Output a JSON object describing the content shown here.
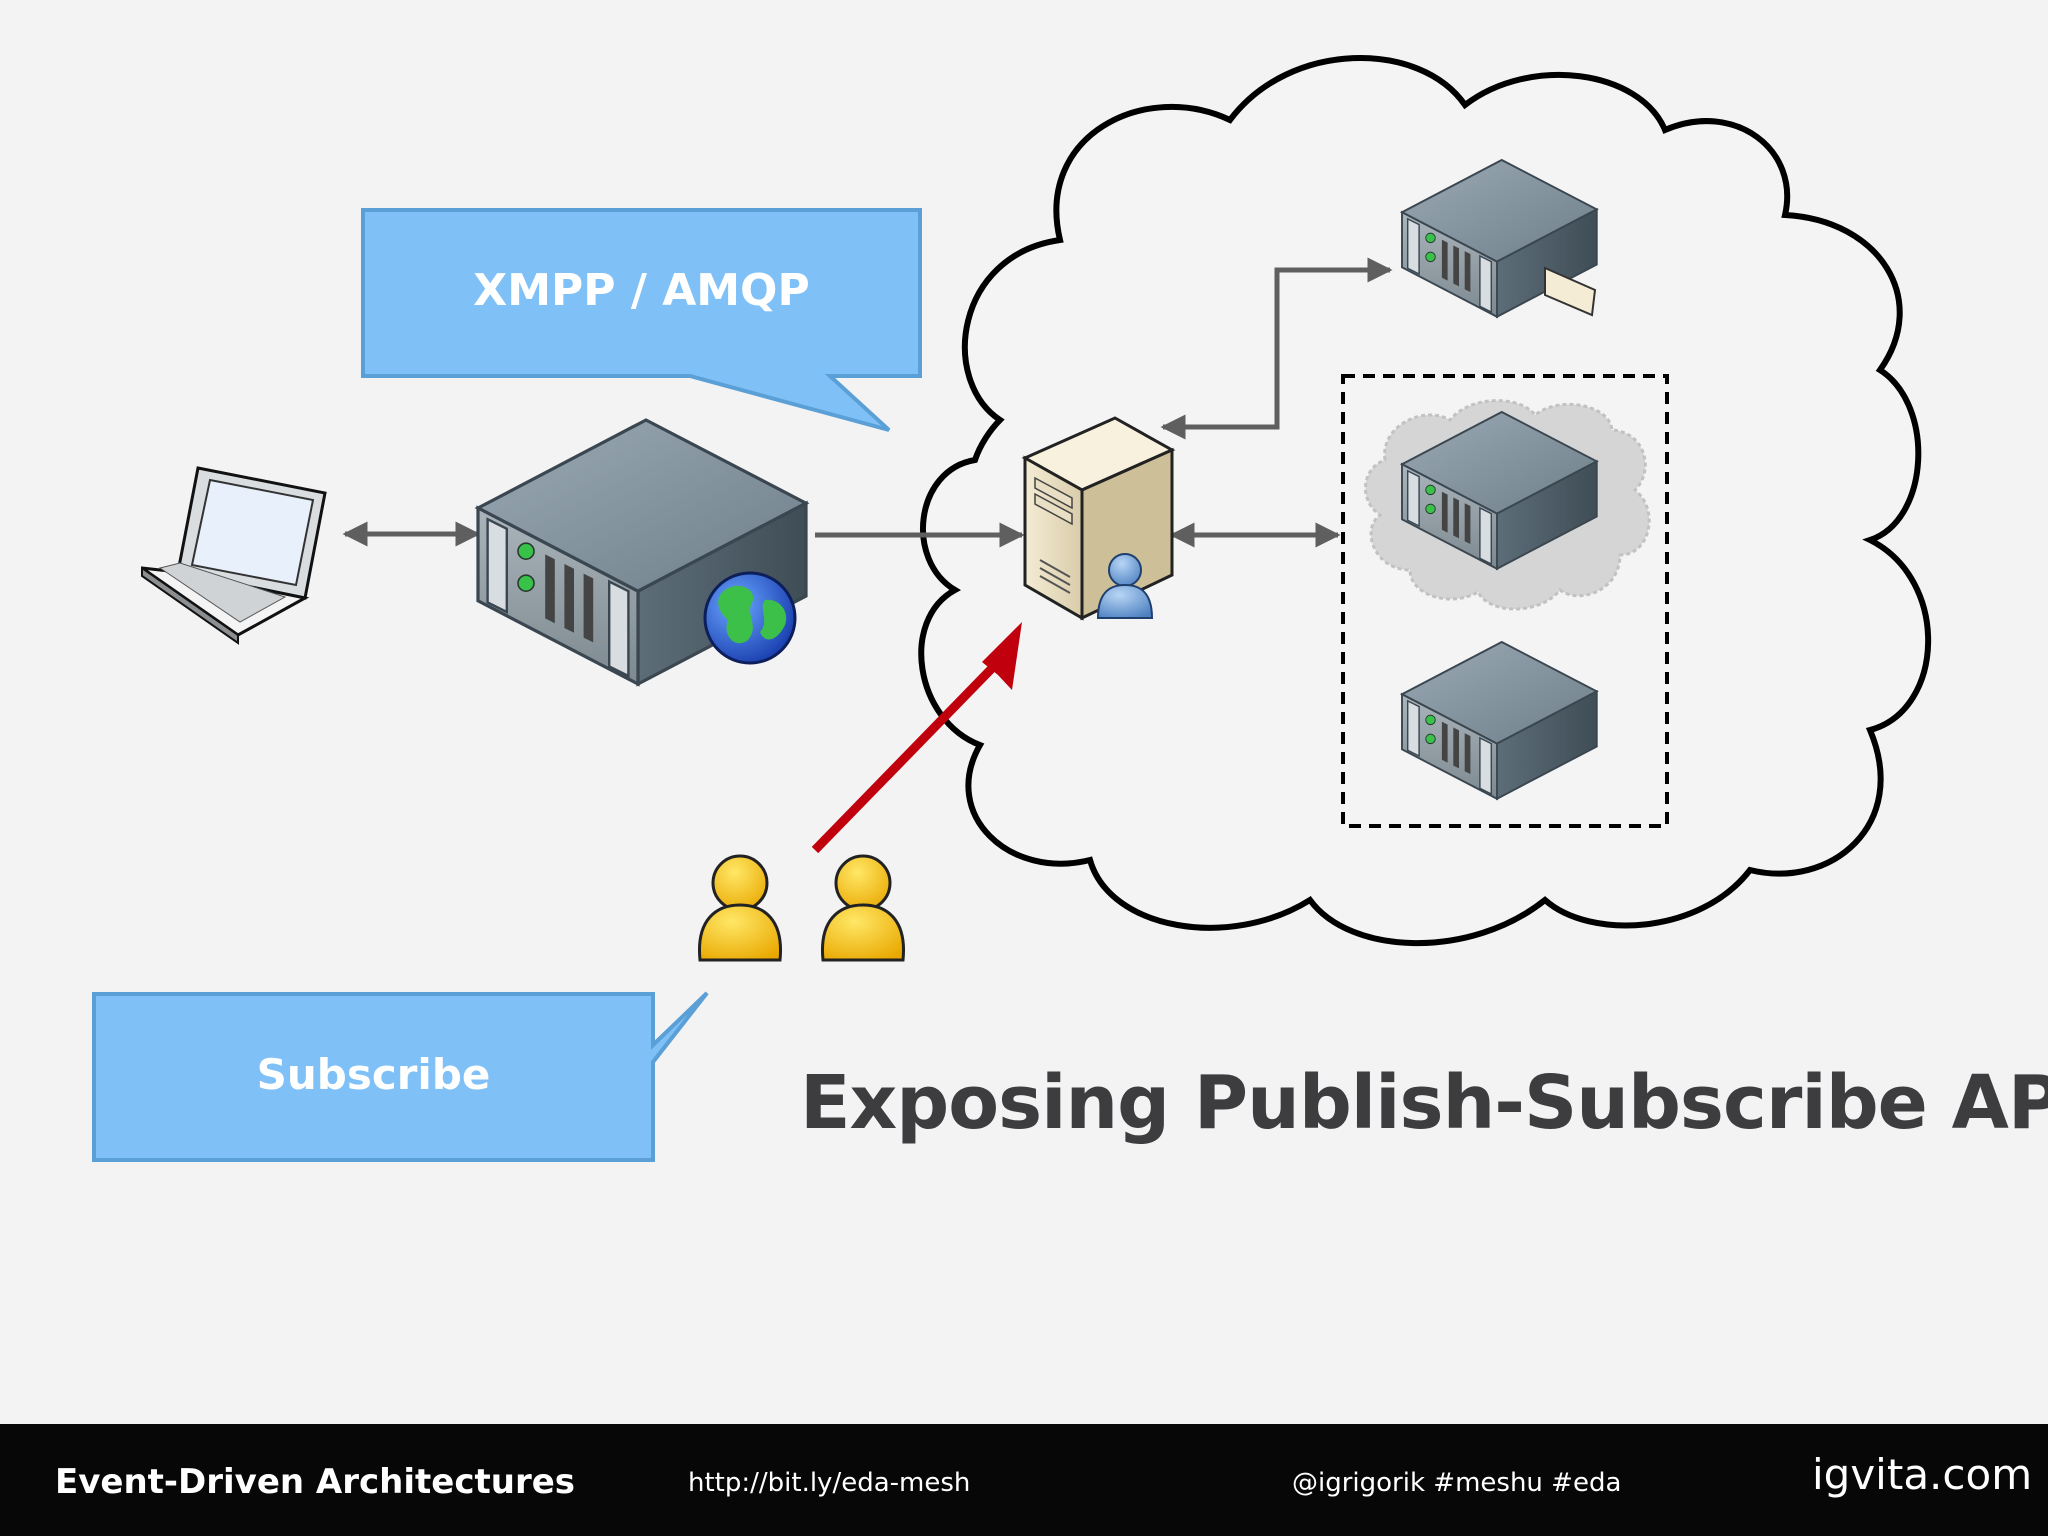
{
  "callouts": {
    "protocol": "XMPP / AMQP",
    "subscribe": "Subscribe"
  },
  "title": "Exposing Publish-Subscribe API",
  "footer": {
    "title": "Event-Driven Architectures",
    "link": "http://bit.ly/eda-mesh",
    "tags": "@igrigorik #meshu #eda",
    "brand": "igvita.com"
  },
  "colors": {
    "background": "#f3f3f4",
    "callout": "#7fc1f7",
    "callout_border": "#5a9fd6",
    "title": "#3d3d3f",
    "subscribe_arrow": "#c0000c",
    "connector": "#5f5f5f",
    "footer": "#070707"
  },
  "icons": [
    "laptop-icon",
    "web-server-icon",
    "globe-icon",
    "app-server-icon",
    "user-icon",
    "rack-server-icon",
    "user-group-icon"
  ]
}
